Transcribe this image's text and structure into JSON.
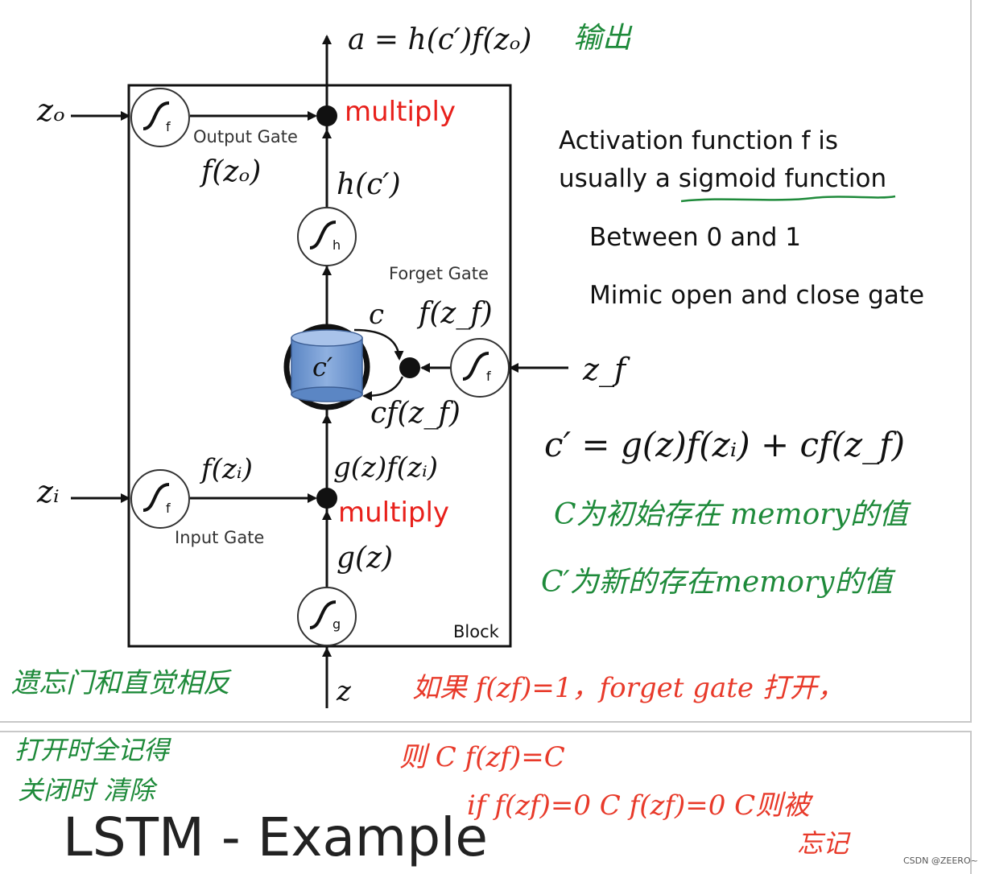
{
  "diagram": {
    "output": "a = h(c′)f(zₒ)",
    "output_note": "输出",
    "zo": "zₒ",
    "zi": "zᵢ",
    "zf": "z_f",
    "z": "z",
    "output_gate_label": "Output Gate",
    "input_gate_label": "Input Gate",
    "forget_gate_label": "Forget Gate",
    "block_label": "Block",
    "multiply_top": "multiply",
    "multiply_bottom": "multiply",
    "f_zo": "f(zₒ)",
    "h_c": "h(c′)",
    "c_label": "c",
    "f_zf": "f(z_f)",
    "cell": "c′",
    "cf_zf": "cf(z_f)",
    "gz_fzi": "g(z)f(zᵢ)",
    "f_zi": "f(zᵢ)",
    "g_z": "g(z)",
    "sig_f_out": "f",
    "sig_h": "h",
    "sig_f_forget": "f",
    "sig_f_in": "f",
    "sig_g": "g"
  },
  "notes": {
    "activation_line1": "Activation function f is",
    "activation_line2_prefix": "usually a ",
    "activation_line2_underlined": "sigmoid function",
    "between": "Between 0 and 1",
    "mimic": "Mimic open and close gate",
    "formula": "c′ = g(z)f(zᵢ) + cf(z_f)",
    "note_c": "C为初始存在 memory的值",
    "note_cprime": "C′为新的存在memory的值",
    "note_input_gate": "遗忘门和直觉相反",
    "note_if": "如果 f(zf)=1，forget gate 打开，",
    "note_then": "则 C f(zf)=C",
    "note_if0": "if  f(zf)=0  C f(zf)=0  C则被",
    "note_forgot": "忘记",
    "note_open": "打开时全记得",
    "note_close": "关闭时 清除"
  },
  "slide2": {
    "title": "LSTM - Example"
  },
  "watermark": "CSDN @ZEERO~"
}
